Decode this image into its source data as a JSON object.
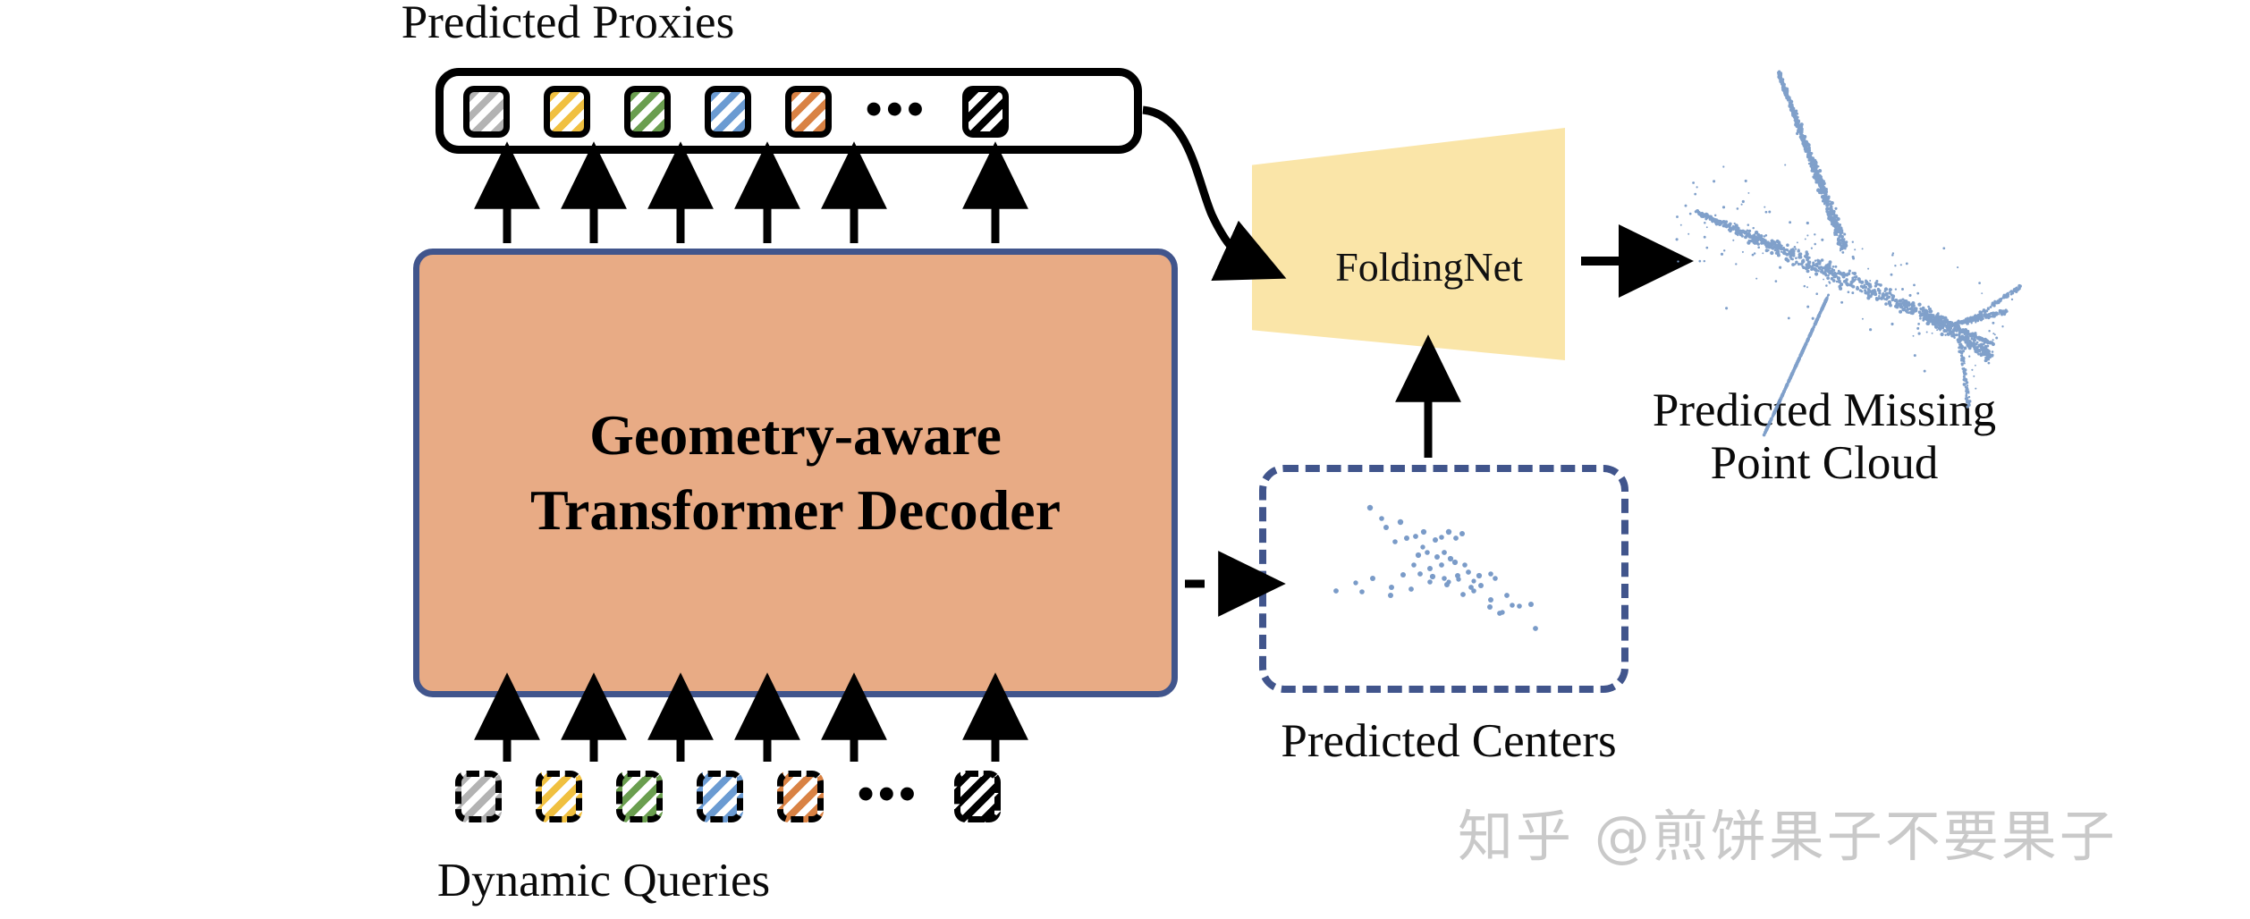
{
  "figure": {
    "title_label": "Predicted Proxies",
    "queries_label": "Dynamic Queries",
    "centers_label": "Predicted Centers",
    "output_label": "Predicted Missing Point Cloud",
    "decoder_line1": "Geometry-aware",
    "decoder_line2": "Transformer Decoder",
    "foldingnet_label": "FoldingNet",
    "ellipsis": "•••"
  },
  "colors": {
    "decoder_fill": "#e8ab85",
    "decoder_border": "#41558c",
    "foldingnet_fill": "#fae5a8",
    "centers_border": "#41558c",
    "point_cloud": "#7a9bc8",
    "chip_gray": "#b3b3b3",
    "chip_yellow": "#f0c040",
    "chip_green": "#6a9e4f",
    "chip_blue": "#6b9bd2",
    "chip_orange": "#d98244",
    "chip_black": "#000000",
    "watermark": "#c9c9c9",
    "outline": "#000000"
  },
  "predicted_proxies": {
    "label": "Predicted Proxies",
    "border_style": "solid",
    "chips": [
      {
        "name": "proxy-chip-gray",
        "color": "#b3b3b3",
        "pattern": "diagonal-stripes"
      },
      {
        "name": "proxy-chip-yellow",
        "color": "#f0c040",
        "pattern": "diagonal-stripes"
      },
      {
        "name": "proxy-chip-green",
        "color": "#6a9e4f",
        "pattern": "diagonal-stripes"
      },
      {
        "name": "proxy-chip-blue",
        "color": "#6b9bd2",
        "pattern": "diagonal-stripes"
      },
      {
        "name": "proxy-chip-orange",
        "color": "#d98244",
        "pattern": "diagonal-stripes"
      },
      {
        "name": "proxy-chip-black",
        "color": "#000000",
        "pattern": "diagonal-stripes"
      }
    ],
    "ellipsis_before_last": true
  },
  "dynamic_queries": {
    "label": "Dynamic Queries",
    "border_style": "dashed",
    "chips": [
      {
        "name": "query-chip-gray",
        "color": "#b3b3b3",
        "pattern": "diagonal-stripes"
      },
      {
        "name": "query-chip-yellow",
        "color": "#f0c040",
        "pattern": "diagonal-stripes"
      },
      {
        "name": "query-chip-green",
        "color": "#6a9e4f",
        "pattern": "diagonal-stripes"
      },
      {
        "name": "query-chip-blue",
        "color": "#6b9bd2",
        "pattern": "diagonal-stripes"
      },
      {
        "name": "query-chip-orange",
        "color": "#d98244",
        "pattern": "diagonal-stripes"
      },
      {
        "name": "query-chip-black",
        "color": "#000000",
        "pattern": "diagonal-stripes"
      }
    ],
    "ellipsis_before_last": true
  },
  "decoder": {
    "line1": "Geometry-aware",
    "line2": "Transformer Decoder",
    "fill": "#e8ab85",
    "border": "#41558c"
  },
  "foldingnet": {
    "label": "FoldingNet",
    "fill": "#fae5a8",
    "shape": "trapezoid"
  },
  "predicted_centers": {
    "label": "Predicted Centers",
    "border": "#41558c",
    "border_style": "dashed",
    "point_color": "#7a9bc8",
    "point_count": 58
  },
  "predicted_missing_point_cloud": {
    "label_line1": "Predicted Missing",
    "label_line2": "Point Cloud",
    "point_color": "#7a9bc8",
    "object": "airplane"
  },
  "arrows": {
    "queries_to_decoder_count": 6,
    "decoder_to_proxies_count": 6,
    "proxies_to_foldingnet": "curved-solid",
    "decoder_to_centers": "straight-dashed",
    "centers_to_foldingnet": "straight-solid-up",
    "foldingnet_to_output": "straight-solid-right"
  },
  "watermark": {
    "text": "知乎 @煎饼果子不要果子"
  }
}
